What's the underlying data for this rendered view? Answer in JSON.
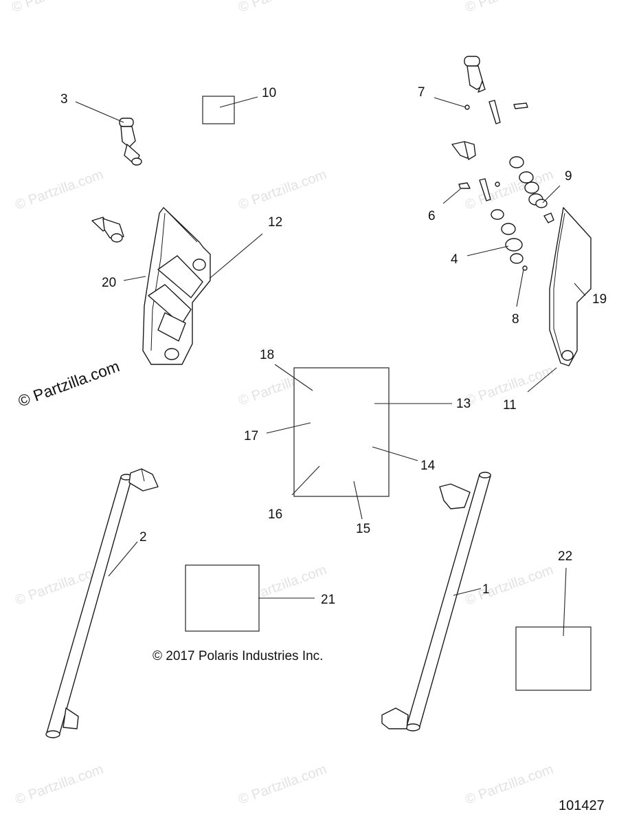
{
  "watermarks": {
    "text": "© Partzilla.com",
    "primary": "© Partzilla.com"
  },
  "copyright": "© 2017 Polaris Industries Inc.",
  "figure_number": "101427",
  "callouts": {
    "c1": "1",
    "c2": "2",
    "c3": "3",
    "c4": "4",
    "c6": "6",
    "c7": "7",
    "c8": "8",
    "c9": "9",
    "c10": "10",
    "c11": "11",
    "c12": "12",
    "c13": "13",
    "c14": "14",
    "c15": "15",
    "c16": "16",
    "c17": "17",
    "c18": "18",
    "c19": "19",
    "c20": "20",
    "c21": "21",
    "c22": "22"
  }
}
